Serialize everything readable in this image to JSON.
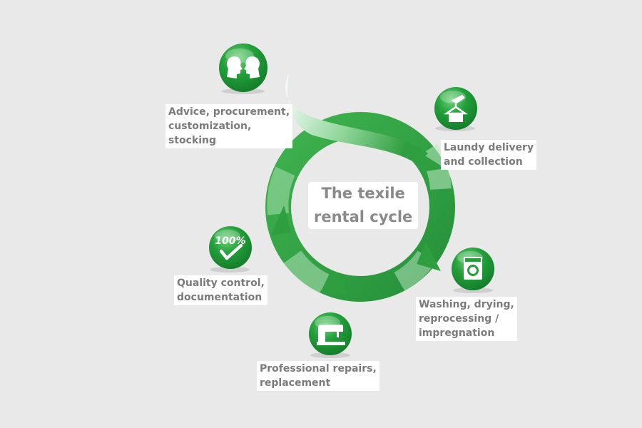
{
  "center_title": [
    "The texile",
    "rental cycle"
  ],
  "colors": {
    "background": "#e9e9e9",
    "ring_green": "#2f9e3e",
    "badge_green": "#23a03a",
    "label_text": "#7b7b7b"
  },
  "steps": [
    {
      "icon": "heads-facing-icon",
      "lines": [
        "Advice, procurement,",
        "customization,",
        "stocking"
      ]
    },
    {
      "icon": "hand-hanger-icon",
      "lines": [
        "Laundy delivery",
        "and collection"
      ]
    },
    {
      "icon": "washing-machine-icon",
      "lines": [
        "Washing, drying,",
        "reprocessing /",
        "impregnation"
      ]
    },
    {
      "icon": "sewing-machine-icon",
      "lines": [
        "Professional repairs,",
        "replacement"
      ]
    },
    {
      "icon": "hundred-percent-check-icon",
      "lines": [
        "Quality control,",
        "documentation"
      ]
    }
  ]
}
